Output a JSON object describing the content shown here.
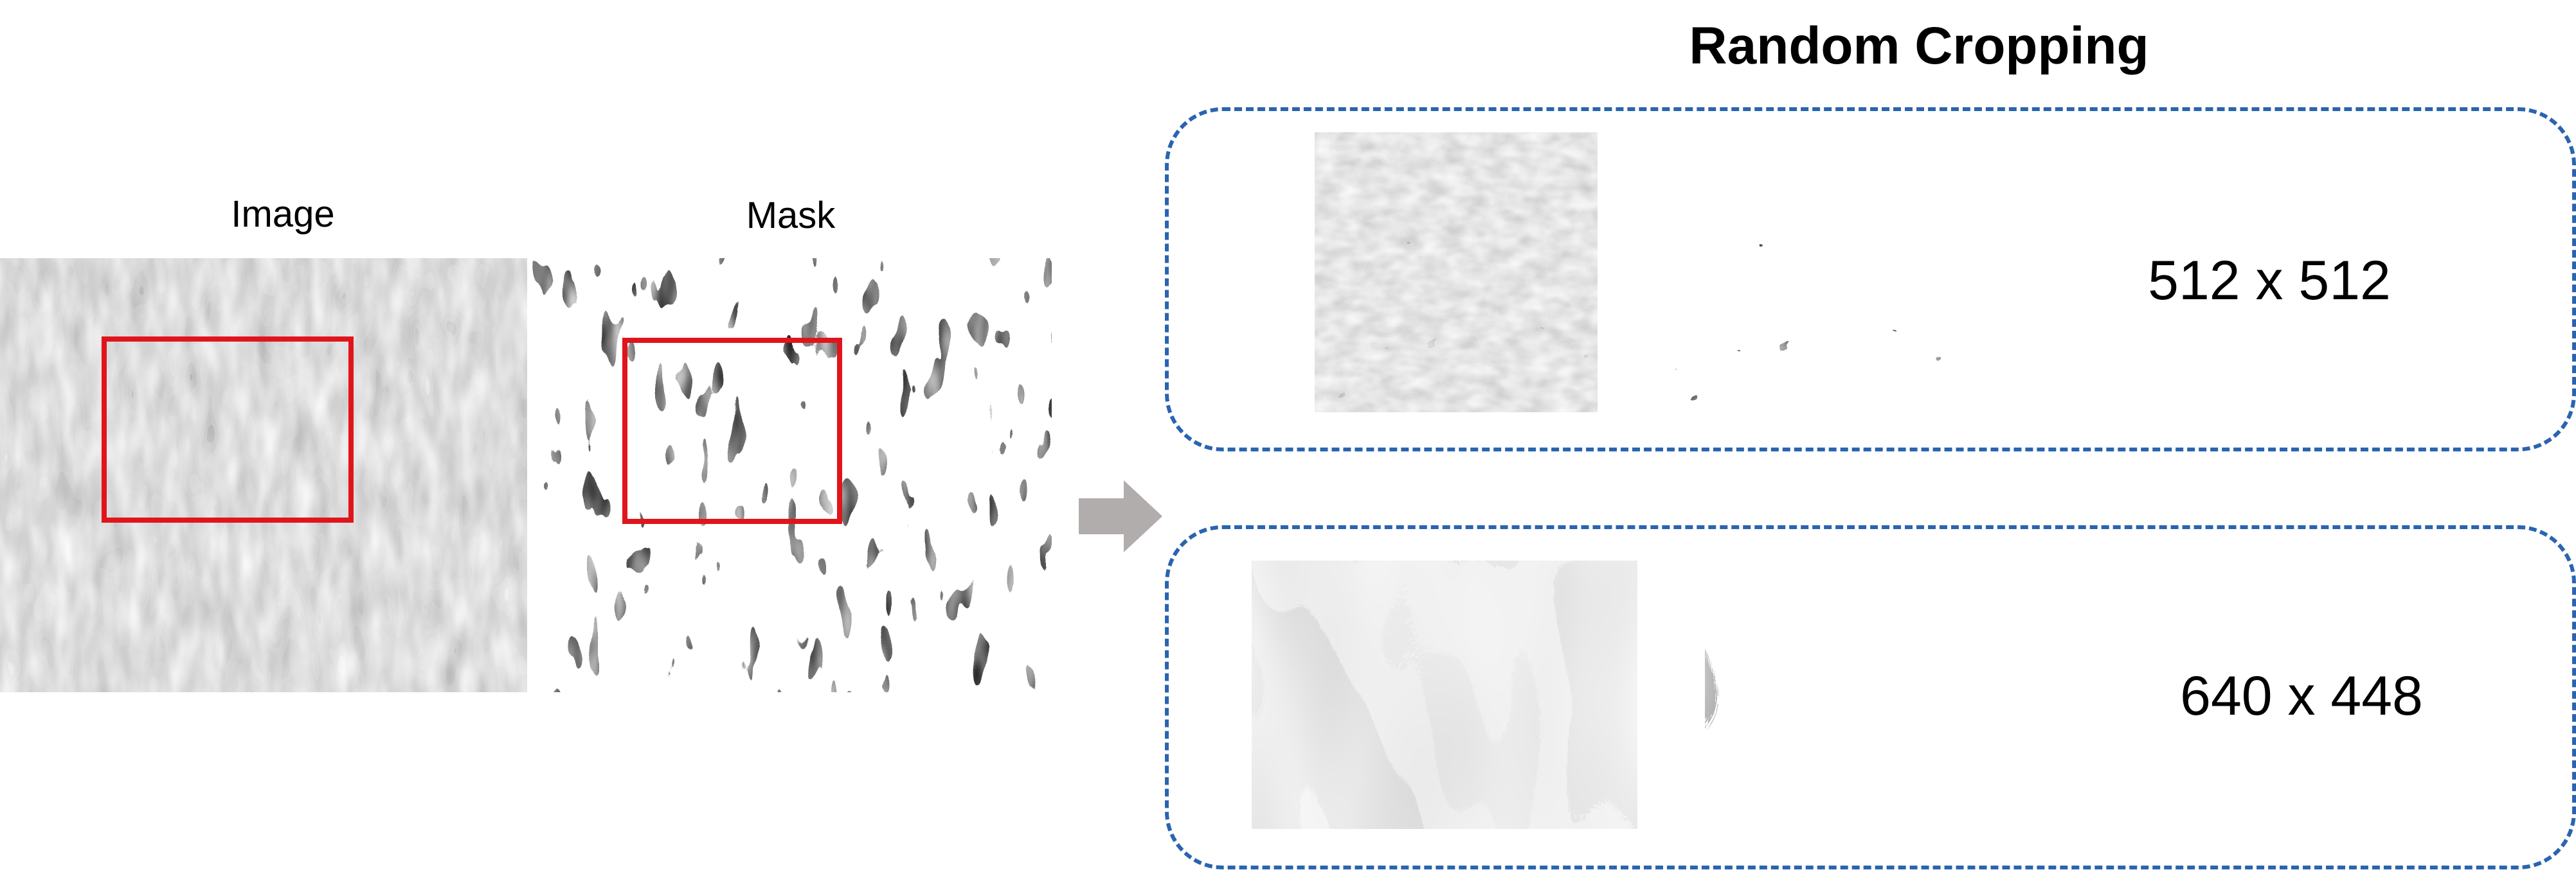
{
  "left": {
    "image_label": "Image",
    "mask_label": "Mask"
  },
  "title": "Random Cropping",
  "crops": [
    {
      "size_label": "512 x 512"
    },
    {
      "size_label": "640 x 448"
    }
  ],
  "colors": {
    "crop_box": "#e0151c",
    "panel_border": "#2a64b0",
    "arrow": "#b1adad",
    "sem_gray": "#6e6e6e"
  },
  "icons": {
    "arrow": "right-arrow-icon"
  }
}
